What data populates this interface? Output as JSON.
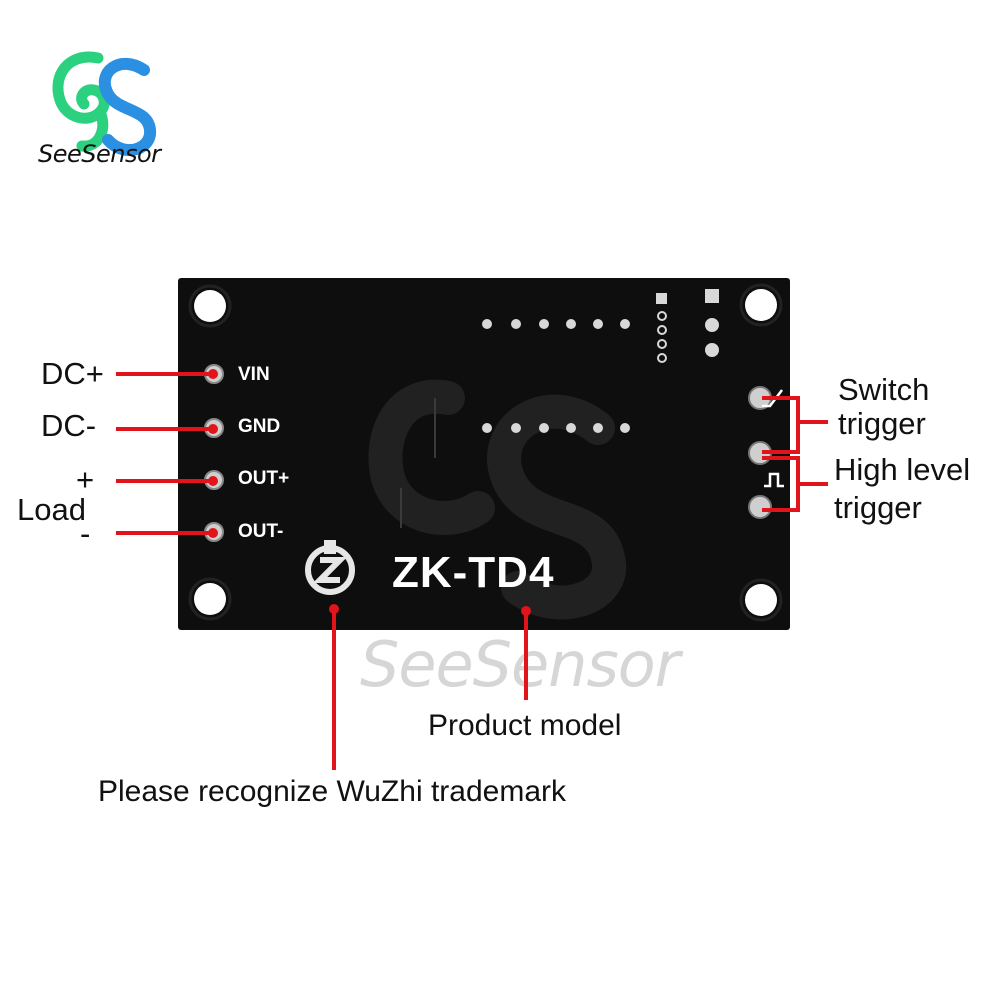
{
  "brand": {
    "logo_text": "SeeSensor",
    "watermark_text": "SeeSensor",
    "colors": {
      "green": "#22c77a",
      "blue": "#2f8fe0"
    }
  },
  "board": {
    "model": "ZK-TD4",
    "terminals": [
      "VIN",
      "GND",
      "OUT+",
      "OUT-"
    ]
  },
  "callouts": {
    "dc_plus": "DC+",
    "dc_minus": "DC-",
    "load_plus": "+",
    "load": "Load",
    "load_minus": "-",
    "switch_trigger_1": "Switch",
    "switch_trigger_2": "trigger",
    "high_level_1": "High level",
    "high_level_2": "trigger",
    "product_model": "Product model",
    "trademark": "Please recognize WuZhi trademark"
  },
  "colors": {
    "callout_red": "#e0141a",
    "pcb": "#0e0e0e"
  }
}
